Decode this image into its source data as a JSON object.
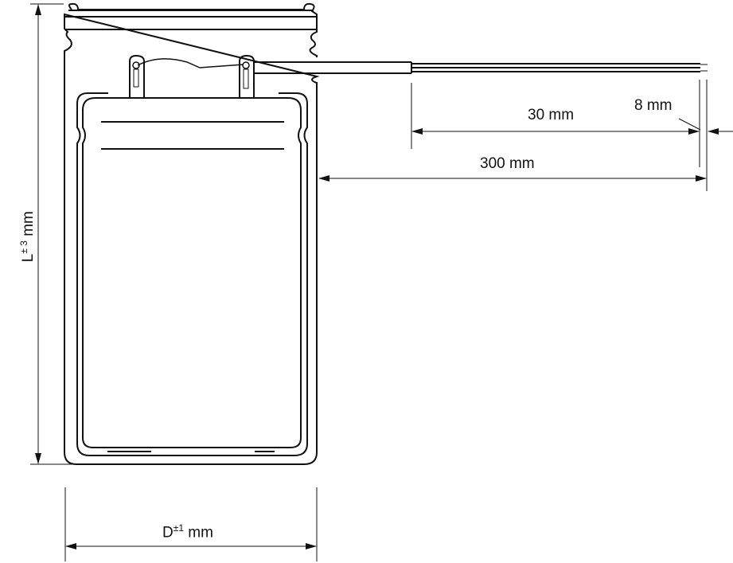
{
  "diagram": {
    "dimensions": {
      "wire_strip": "30 mm",
      "wire_tip": "8 mm",
      "cable_length": "300 mm",
      "length_base": "L",
      "length_tol": "± 3",
      "length_unit": " mm",
      "diameter_base": "D",
      "diameter_tol": "±1",
      "diameter_unit": " mm"
    }
  }
}
